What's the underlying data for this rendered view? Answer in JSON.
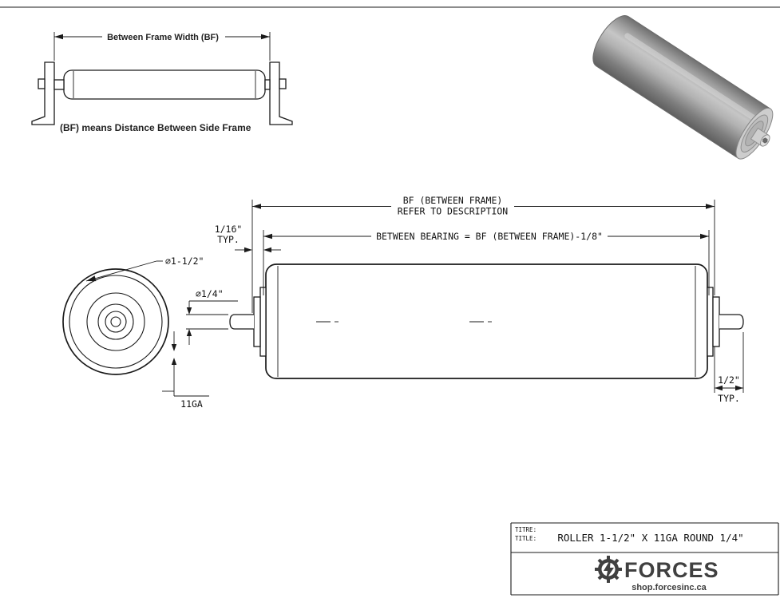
{
  "colors": {
    "line": "#1a1a1a",
    "logo": "#404040",
    "roller_light": "#c6c6c6",
    "roller_mid": "#9c9c9c",
    "roller_dark": "#5f5f5f"
  },
  "legend": {
    "dim_label": "Between Frame Width (BF)",
    "caption": "(BF) means Distance Between Side Frame"
  },
  "drawing": {
    "bf_dim_line1": "BF (BETWEEN FRAME)",
    "bf_dim_line2": "REFER TO DESCRIPTION",
    "between_bearing_dim": "BETWEEN BEARING = BF (BETWEEN FRAME)-1/8\"",
    "gap_dim": "1/16\"",
    "gap_typ": "TYP.",
    "roller_dia": "⌀1-1/2\"",
    "shaft_dia": "⌀1/4\"",
    "gauge": "11GA",
    "shaft_ext_dim": "1/2\"",
    "shaft_ext_typ": "TYP."
  },
  "title_block": {
    "label_fr": "TITRE:",
    "label_en": "TITLE:",
    "title": "ROLLER 1-1/2\" X 11GA ROUND 1/4\"",
    "brand": "FORCES",
    "tagline": "shop.forcesinc.ca"
  }
}
